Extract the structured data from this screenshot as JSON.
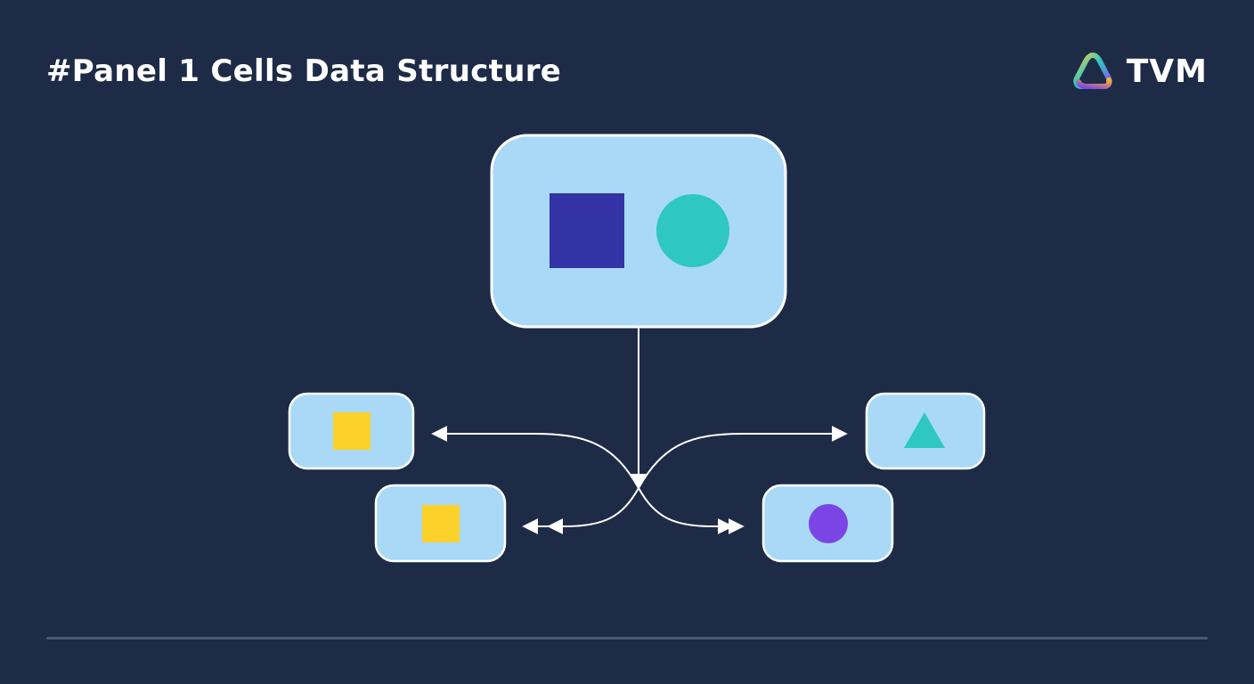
{
  "header": {
    "title": "#Panel 1 Cells Data Structure",
    "brand_name": "TVM",
    "logo_icon": "tvm-triangle-logo-icon"
  },
  "colors": {
    "background": "#1e2b47",
    "node_fill": "#a9d9f7",
    "node_stroke": "#ffffff",
    "edge": "#ffffff",
    "square_blue": "#3333a6",
    "circle_teal": "#2ec7c2",
    "square_yellow": "#fcd12a",
    "triangle_teal": "#2ec7c2",
    "circle_purple": "#7b45e6",
    "rule": "#4a5878"
  },
  "diagram": {
    "root": {
      "shapes": [
        "square",
        "circle"
      ]
    },
    "children": [
      {
        "id": "left-top",
        "shape": "square"
      },
      {
        "id": "left-bottom",
        "shape": "square"
      },
      {
        "id": "right-top",
        "shape": "triangle"
      },
      {
        "id": "right-bottom",
        "shape": "circle"
      }
    ]
  }
}
